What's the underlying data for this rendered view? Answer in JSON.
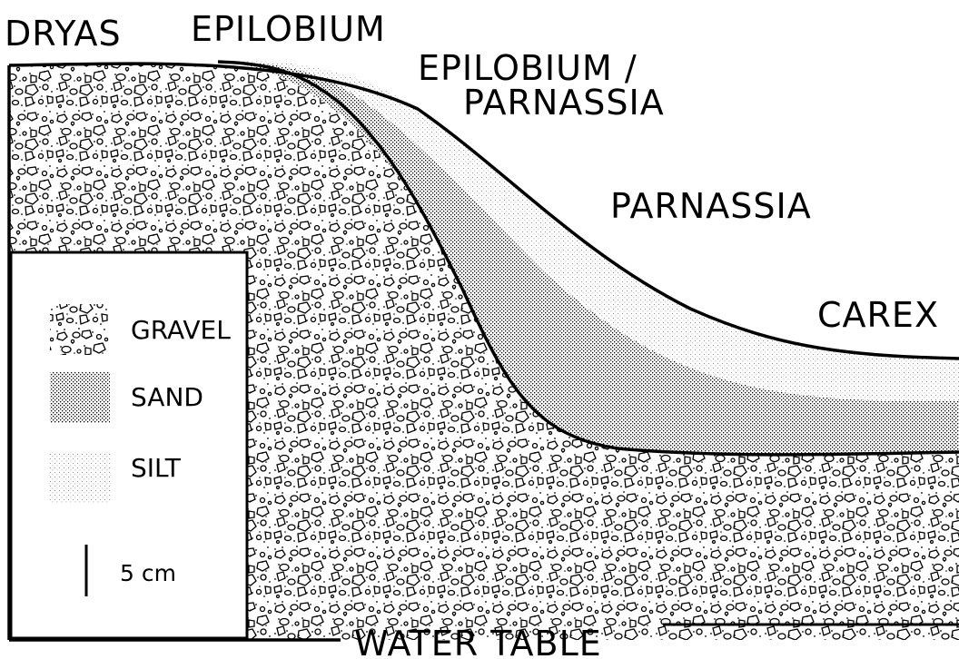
{
  "zone_labels": {
    "dryas": "DRYAS",
    "epilobium": "EPILOBIUM",
    "epilobium_parnassia_line1": "EPILOBIUM /",
    "epilobium_parnassia_line2": "PARNASSIA",
    "parnassia": "PARNASSIA",
    "carex": "CAREX"
  },
  "water_table_label": "WATER TABLE",
  "legend": {
    "items": [
      {
        "label": "GRAVEL",
        "pattern": "gravel"
      },
      {
        "label": "SAND",
        "pattern": "sand"
      },
      {
        "label": "SILT",
        "pattern": "silt"
      }
    ],
    "scale_label": "5 cm"
  },
  "colors": {
    "ink": "#000000",
    "background": "#ffffff"
  }
}
